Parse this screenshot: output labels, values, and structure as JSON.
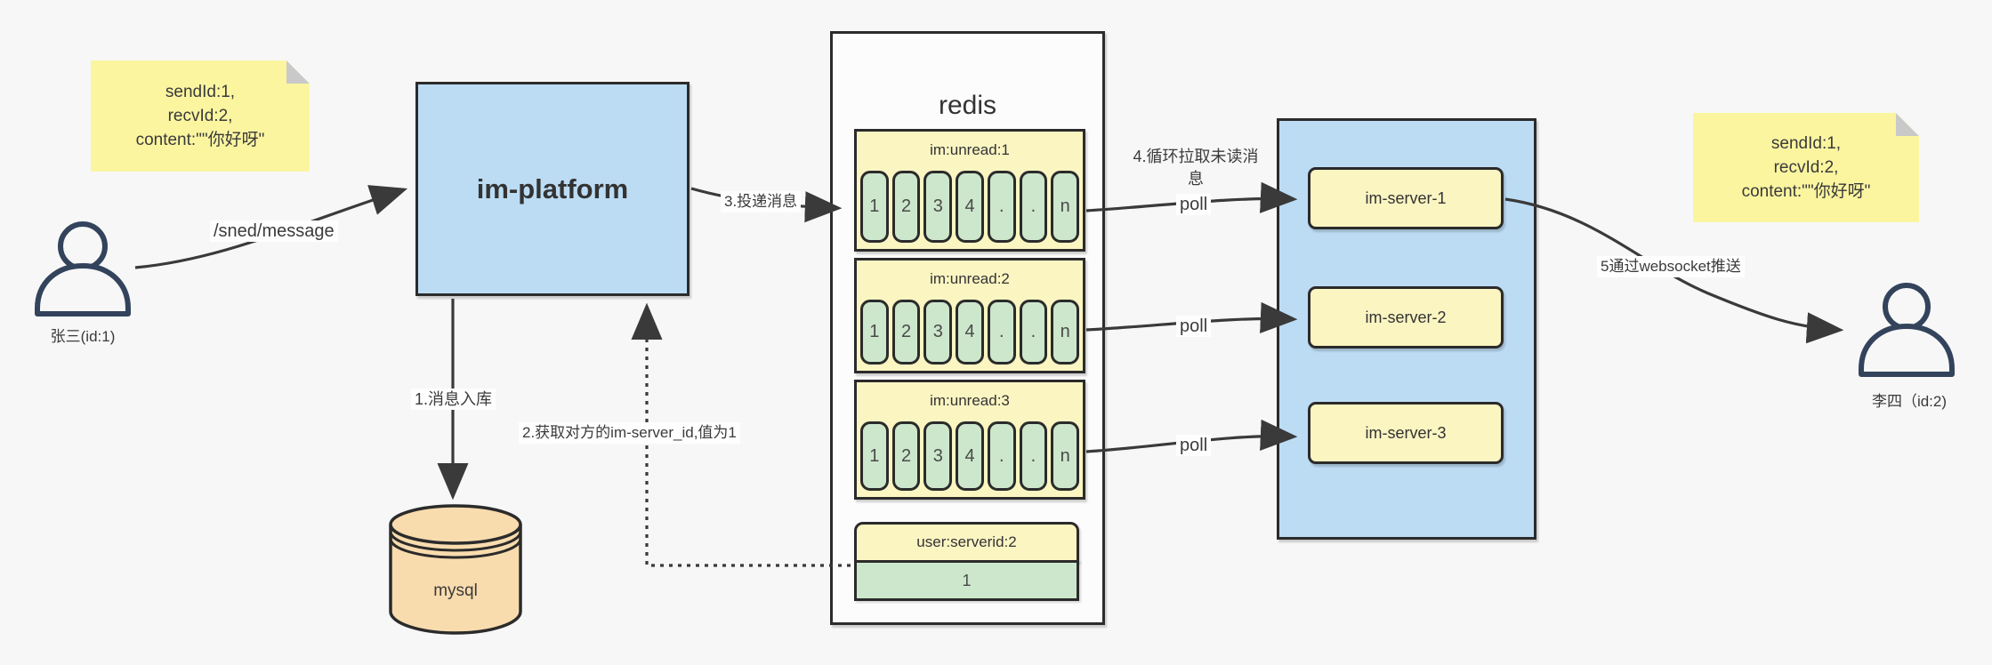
{
  "notes": {
    "left": {
      "lines": [
        "sendId:1,",
        "recvId:2,",
        "content:\"\"你好呀\""
      ]
    },
    "right": {
      "lines": [
        "sendId:1,",
        "recvId:2,",
        "content:\"\"你好呀\""
      ]
    }
  },
  "actors": {
    "sender": {
      "label": "张三(id:1)"
    },
    "receiver": {
      "label": "李四（id:2)"
    }
  },
  "platform": {
    "label": "im-platform"
  },
  "database": {
    "label": "mysql"
  },
  "redis": {
    "title": "redis",
    "queues": [
      {
        "header": "im:unread:1",
        "cells": [
          "1",
          "2",
          "3",
          "4",
          ".",
          ".",
          "n"
        ]
      },
      {
        "header": "im:unread:2",
        "cells": [
          "1",
          "2",
          "3",
          "4",
          ".",
          ".",
          "n"
        ]
      },
      {
        "header": "im:unread:3",
        "cells": [
          "1",
          "2",
          "3",
          "4",
          ".",
          ".",
          "n"
        ]
      }
    ],
    "kv": {
      "header": "user:serverid:2",
      "value": "1"
    }
  },
  "servers": [
    {
      "label": "im-server-1"
    },
    {
      "label": "im-server-2"
    },
    {
      "label": "im-server-3"
    }
  ],
  "edges": {
    "send": {
      "label": "/sned/message"
    },
    "store": {
      "label": "1.消息入库"
    },
    "lookup": {
      "label": "2.获取对方的im-server_id,值为1"
    },
    "deliver": {
      "label": "3.投递消息"
    },
    "pull": {
      "label_line1": "4.循环拉取未读消",
      "label_line2": "息"
    },
    "poll_labels": [
      "poll",
      "poll",
      "poll"
    ],
    "push": {
      "label": "5通过websocket推送"
    }
  },
  "colors": {
    "background": "#f7f7f7",
    "note_yellow": "#fbf5a0",
    "block_yellow": "#fbf5c2",
    "cell_green": "#cde7cc",
    "accent_blue": "#bcdcf4",
    "db_orange": "#f9dcae",
    "border": "#2b2b2b",
    "arrow": "#3a3a3a",
    "person_stroke": "#33435c"
  }
}
